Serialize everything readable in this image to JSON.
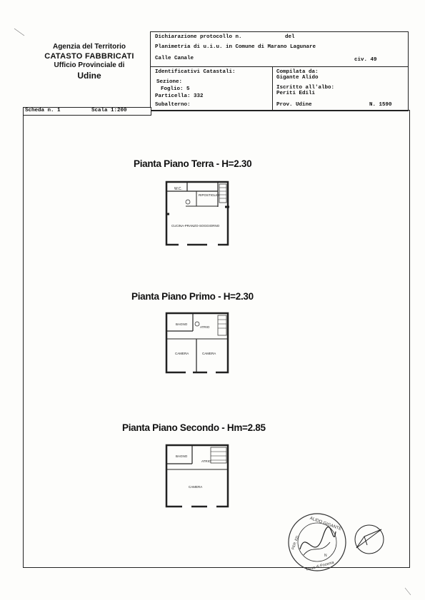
{
  "agency": {
    "line1": "Agenzia del Territorio",
    "line2": "CATASTO FABBRICATI",
    "line3": "Ufficio Provinciale di",
    "line4": "Udine"
  },
  "header": {
    "protocol_label": "Dichiarazione protocollo n.",
    "protocol_del": "del",
    "planimetry": "Planimetria di u.i.u. in Comune di Marano Lagunare",
    "address": "Calle Canale",
    "civic": "civ. 49",
    "identifiers_label": "Identificativi Catastali:",
    "sezione": "Sezione:",
    "foglio": "Foglio: 5",
    "particella": "Particella: 332",
    "subalterno": "Subalterno:",
    "compiled_label": "Compilata da:",
    "compiled_name": "Gigante Alido",
    "registered_label": "Iscritto all'albo:",
    "registered_value": "Periti Edili",
    "province": "Prov. Udine",
    "number": "N. 1590"
  },
  "sheet": {
    "scheda": "Scheda n. 1",
    "scala": "Scala 1:200"
  },
  "floors": [
    {
      "title": "Pianta Piano Terra - H=2.30",
      "rooms": [
        "W.C.",
        "RIPOSTIGLIO",
        "CUCINA-PRANZO-SOGGIORNO"
      ]
    },
    {
      "title": "Pianta Piano Primo - H=2.30",
      "rooms": [
        "BAGNO",
        "ATRIO",
        "CAMERA",
        "CAMERA"
      ]
    },
    {
      "title": "Pianta Piano Secondo - Hm=2.85",
      "rooms": [
        "BAGNO",
        "ATRIO",
        "CAMERA"
      ]
    }
  ],
  "stamp": {
    "top_text": "ALIDO GIGANTE",
    "left_text": "PER. ED.",
    "bottom_text": "Torsa di Pocenia",
    "number": "N"
  }
}
